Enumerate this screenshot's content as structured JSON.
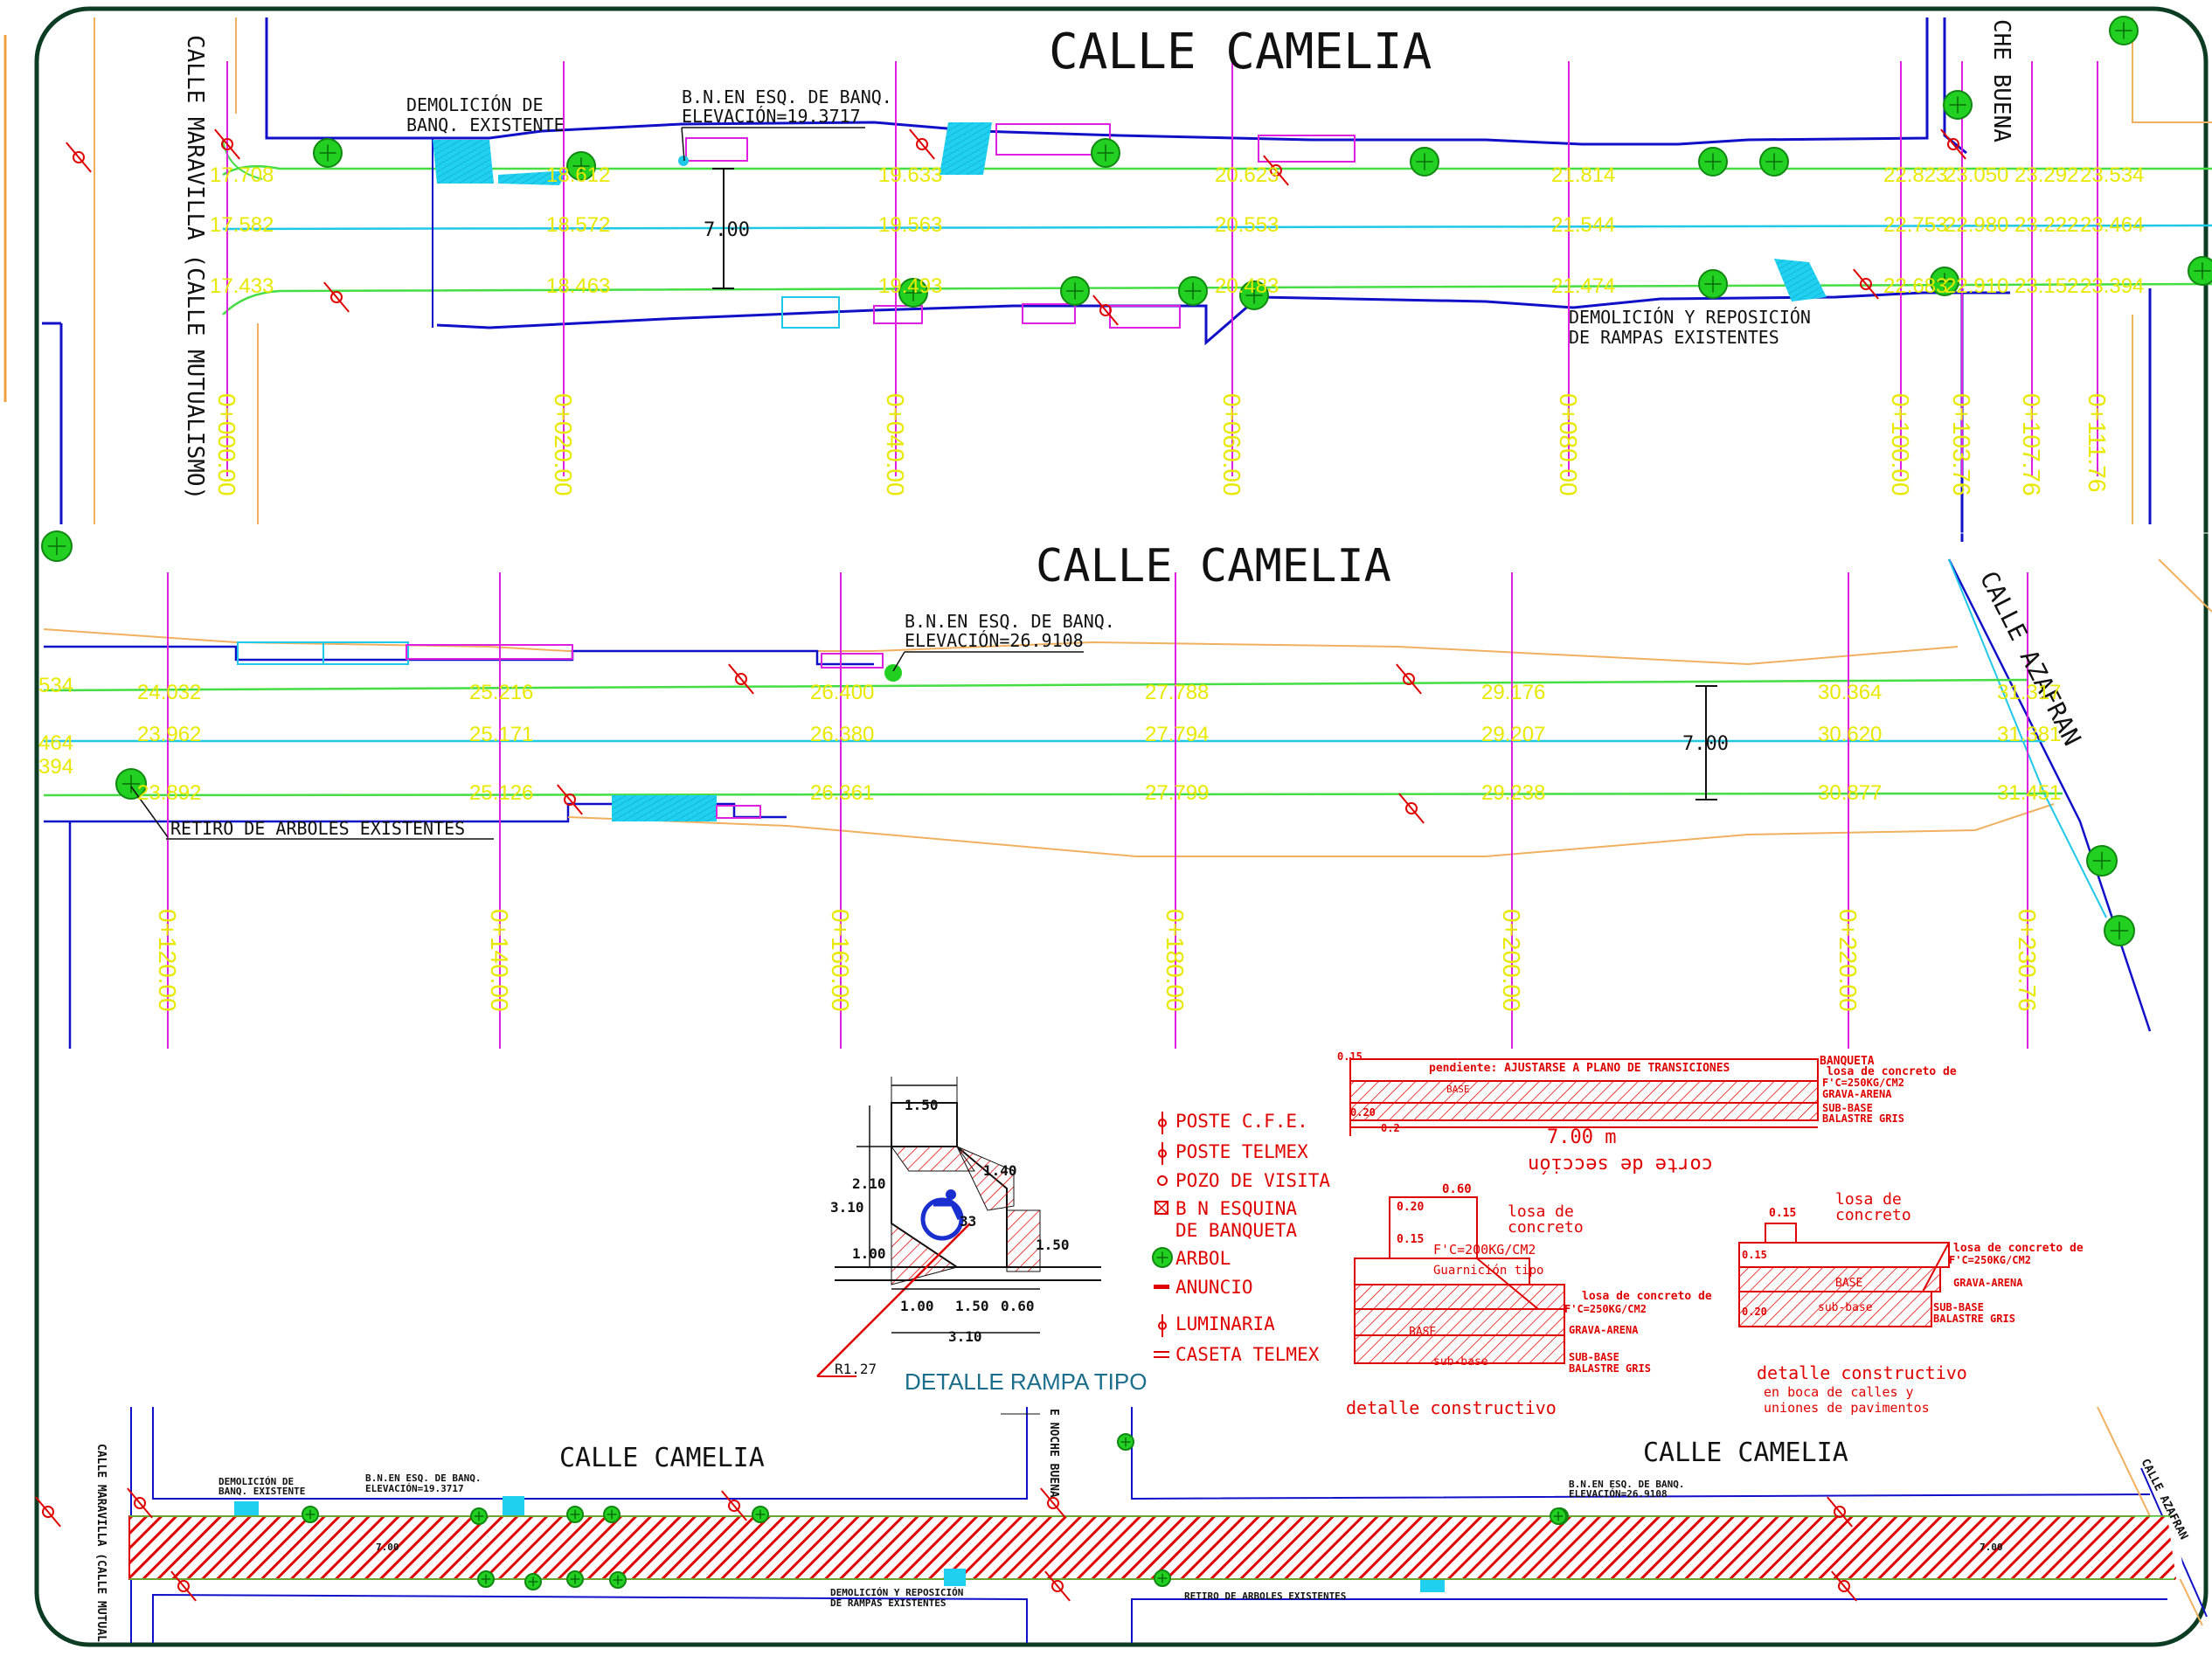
{
  "colors": {
    "frame": "#0c3d23",
    "curb": "#1010c8",
    "green_line": "#44dd44",
    "cyan_line": "#20c8e8",
    "station": "#e020e0",
    "elev": "#e8e800",
    "tree": "#22d022",
    "red": "#e00000",
    "orange": "#f0b060"
  },
  "panel1": {
    "street_title": "CALLE CAMELIA",
    "cross_left": "CALLE MARAVILLA (CALLE MUTUALISMO)",
    "cross_right": "CHE BUENA",
    "note_demolition": [
      "DEMOLICIÓN DE",
      "BANQ. EXISTENTE"
    ],
    "note_bn": [
      "B.N.EN ESQ. DE BANQ.",
      "ELEVACIÓN=19.3717"
    ],
    "note_ramps": [
      "DEMOLICIÓN Y REPOSICIÓN",
      "DE RAMPAS EXISTENTES"
    ],
    "width_label": "7.00",
    "stations": [
      "0+000.00",
      "0+020.00",
      "0+040.00",
      "0+060.00",
      "0+080.00",
      "0+100.00",
      "0+103.76",
      "0+107.76",
      "0+111.76"
    ],
    "elev_top": [
      "17.708",
      "18.612",
      "19.633",
      "20.623",
      "21.814",
      "22.823",
      "23.050",
      "23.292",
      "23.534"
    ],
    "elev_mid": [
      "17.582",
      "18.572",
      "19.563",
      "20.553",
      "21.544",
      "22.753",
      "22.980",
      "23.222",
      "23.464"
    ],
    "elev_bot": [
      "17.433",
      "18.463",
      "19.493",
      "20.483",
      "21.474",
      "22.683",
      "22.910",
      "23.152",
      "23.394"
    ]
  },
  "panel2": {
    "street_title": "CALLE CAMELIA",
    "cross_right": "CALLE AZAFRAN",
    "note_bn": [
      "B.N.EN ESQ. DE BANQ.",
      "ELEVACIÓN=26.9108"
    ],
    "note_trees": "RETIRO DE ARBOLES EXISTENTES",
    "width_label": "7.00",
    "stations": [
      "0+120.00",
      "0+140.00",
      "0+160.00",
      "0+180.00",
      "0+200.00",
      "0+220.00",
      "0+230.76"
    ],
    "elev_top_left": "534",
    "elev_mid_left": "464",
    "elev_bot_left": "394",
    "elev_top": [
      "24.032",
      "25.216",
      "26.400",
      "27.788",
      "29.176",
      "30.364",
      "31.317"
    ],
    "elev_mid": [
      "23.962",
      "25.171",
      "26.380",
      "27.794",
      "29.207",
      "30.620",
      "31.381"
    ],
    "elev_bot": [
      "23.892",
      "25.126",
      "26.361",
      "27.799",
      "29.238",
      "30.877",
      "31.451"
    ]
  },
  "ramp": {
    "title": "DETALLE RAMPA TIPO",
    "d150a": "1.50",
    "d140": "1.40",
    "d210": "2.10",
    "d310": "3.10",
    "d100a": "1.00",
    "d150b": "1.50",
    "d100b": "1.00",
    "d150c": "1.50",
    "d060": "0.60",
    "d310b": "3.10",
    "r127": "R1.27",
    "d33": "33"
  },
  "legend": [
    {
      "icon": "pole-cfe-icon",
      "label": "POSTE C.F.E."
    },
    {
      "icon": "pole-telmex-icon",
      "label": "POSTE TELMEX"
    },
    {
      "icon": "manhole-icon",
      "label": "POZO DE VISITA"
    },
    {
      "icon": "benchmark-icon",
      "label": "B N ESQUINA"
    },
    {
      "icon": "",
      "label": "DE BANQUETA"
    },
    {
      "icon": "tree-icon",
      "label": "ARBOL"
    },
    {
      "icon": "sign-icon",
      "label": "ANUNCIO"
    },
    {
      "icon": "luminaire-icon",
      "label": "LUMINARIA"
    },
    {
      "icon": "telmex-booth-icon",
      "label": "CASETA TELMEX"
    }
  ],
  "section": {
    "top_note": "pendiente:  AJUSTARSE A PLANO DE TRANSICIONES",
    "banqueta": "BANQUETA",
    "losa": "losa de concreto de",
    "fc250": "F'C=250KG/CM2",
    "grava": "GRAVA-ARENA",
    "subbase": "SUB-BASE",
    "balastre": "BALASTRE GRIS",
    "base": "BASE",
    "width": "7.00 m",
    "mirrored": "corte de sección",
    "t015": "0.15",
    "t020": "0.20",
    "t02": "0.2"
  },
  "detail1": {
    "t060": "0.60",
    "t020": "0.20",
    "t015": "0.15",
    "losa": [
      "losa de",
      "concreto"
    ],
    "fc200": "F'C=200KG/CM2",
    "tipo": "Guarnición tipo",
    "losa250": "losa de concreto de",
    "fc250": "F'C=250KG/CM2",
    "grava": "GRAVA-ARENA",
    "subbase": "SUB-BASE",
    "balastre": "BALASTRE GRIS",
    "base": "BASE",
    "sub": "sub-base",
    "caption": "detalle constructivo"
  },
  "detail2": {
    "t015": "0.15",
    "t020": "0.20",
    "losa": [
      "losa de",
      "concreto"
    ],
    "losa250": "losa de concreto de",
    "fc250": "F'C=250KG/CM2",
    "grava": "GRAVA-ARENA",
    "subbase": "SUB-BASE",
    "balastre": "BALASTRE GRIS",
    "base": "BASE",
    "sub": "sub-base",
    "caption": "detalle constructivo",
    "caption2": [
      "en boca de calles y",
      "uniones de pavimentos"
    ]
  },
  "panel3": {
    "title_left": "CALLE CAMELIA",
    "title_right": "CALLE CAMELIA",
    "cross_left": "CALLE MARAVILLA (CALLE MUTUAL",
    "cross_mid": "E NOCHE BUENA",
    "cross_right": "CALLE AZAFRAN",
    "demol": [
      "DEMOLICIÓN DE",
      "BANQ. EXISTENTE"
    ],
    "bn1": [
      "B.N.EN ESQ. DE BANQ.",
      "ELEVACIÓN=19.3717"
    ],
    "bn2": [
      "B.N.EN ESQ. DE BANQ.",
      "ELEVACIÓN=26.9108"
    ],
    "ramps": [
      "DEMOLICIÓN Y REPOSICIÓN",
      "DE RAMPAS EXISTENTES"
    ],
    "trees": "RETIRO DE ARBOLES EXISTENTES",
    "width": "7.00"
  }
}
